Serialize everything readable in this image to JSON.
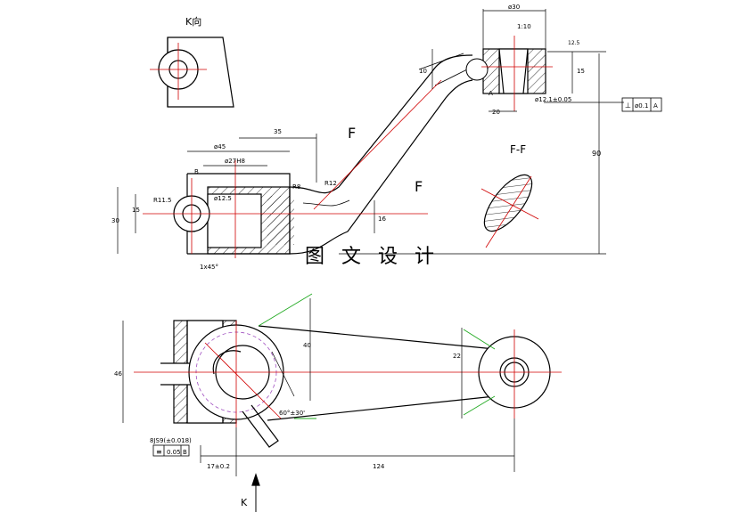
{
  "labels": {
    "view_k": "K向",
    "section_ff": "F-F",
    "section_mark_1": "F",
    "section_mark_2": "F",
    "arrow_k": "K",
    "watermark": "图 文 设 计"
  },
  "dimensions": {
    "top_phi30": "ø30",
    "slope": "1:10",
    "rough_top": "12.5",
    "d10": "10",
    "d15": "15",
    "d20": "20",
    "phi12_tol": "ø12.1±0.05",
    "perp_sym": "⊥",
    "perp_tol": "ø0.1",
    "perp_datum": "A",
    "d90": "90",
    "d35": "35",
    "phi45": "ø45",
    "phi27": "ø27H8",
    "phi12_5": "ø12.5",
    "r11_5": "R11.5",
    "r12": "R12",
    "r18": "R8",
    "d30": "30",
    "d15b": "15",
    "d16": "16",
    "chamfer": "1x45°",
    "d40": "40",
    "d46": "46",
    "d22": "22",
    "d60": "60°±30'",
    "d8js9": "8JS9(±0.018)",
    "sym_tol_sym": "≡",
    "sym_tol": "0.05",
    "sym_datum": "B",
    "d17": "17±0.2",
    "d124": "124",
    "datum_a": "A",
    "datum_b": "B"
  }
}
